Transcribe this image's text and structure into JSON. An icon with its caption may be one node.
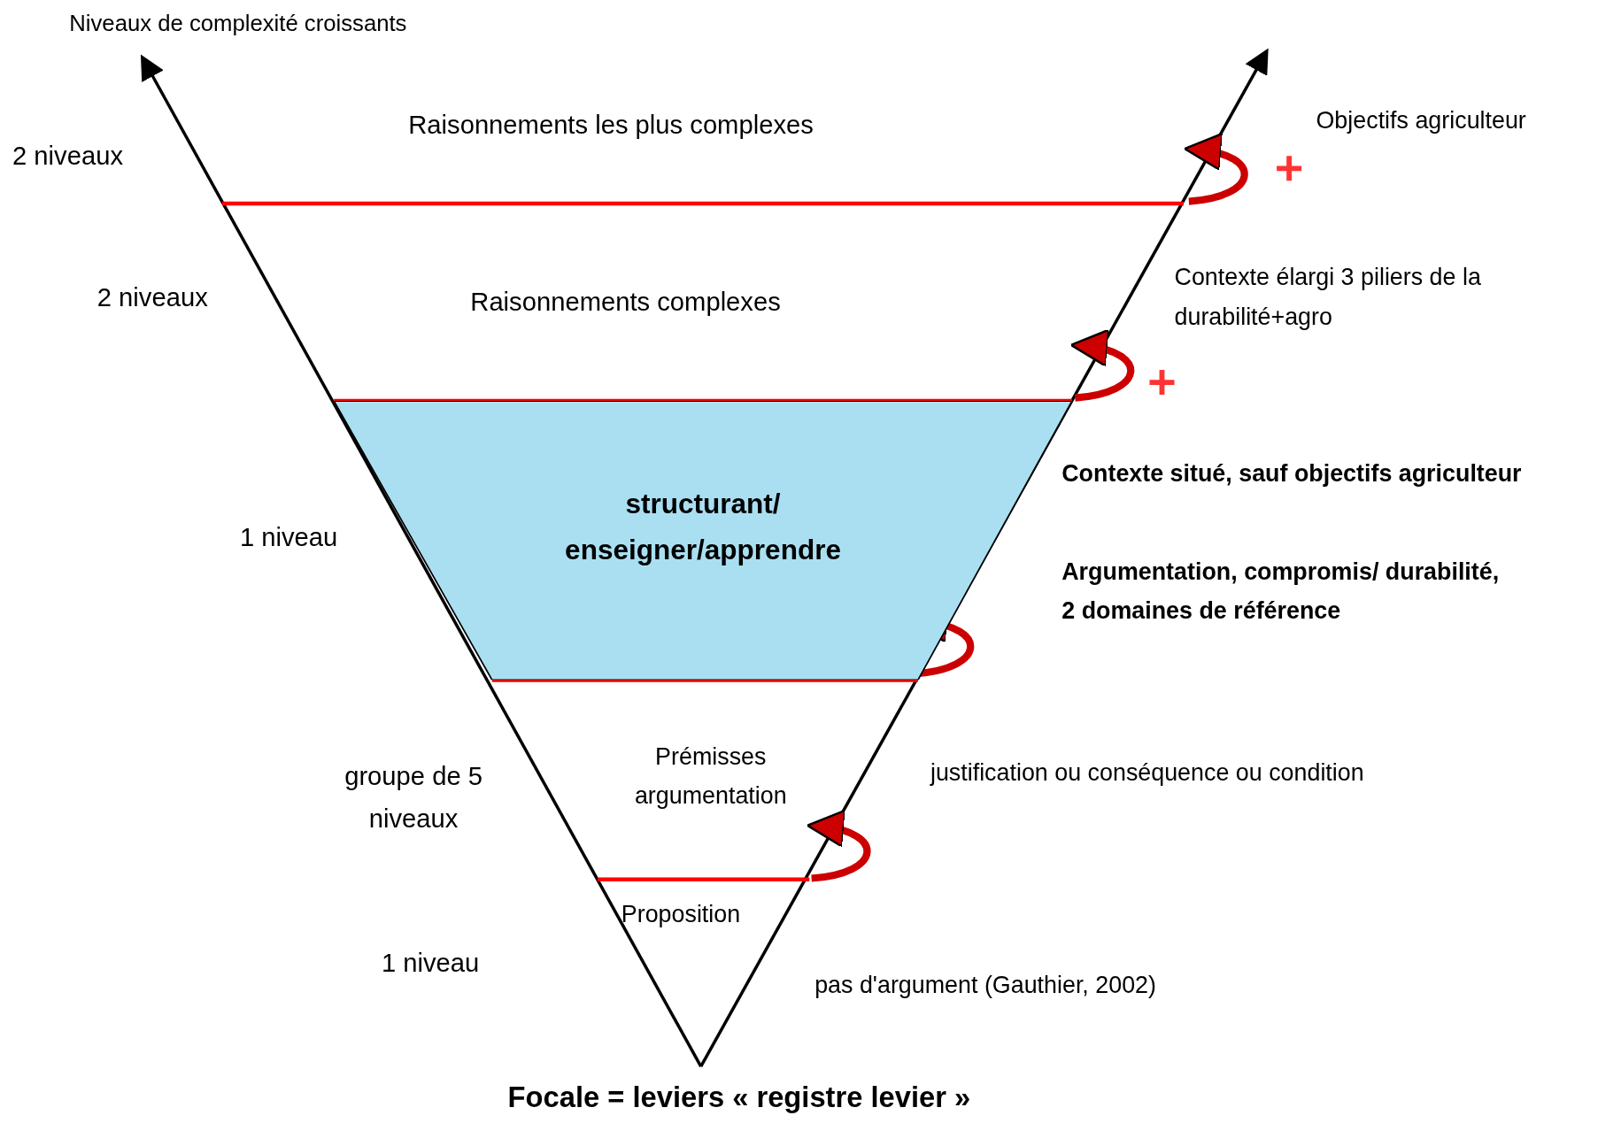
{
  "diagram": {
    "caption": "Focale = leviers « registre levier »",
    "nodes": [
      {
        "text": [
          "structurant/ enseigner/apprendre"
        ]
      }
    ],
    "edges": [],
    "labels": [
      "Niveaux de complexité croissants",
      "Raisonnements les plus complexes",
      "Objectifs agriculteur",
      "2 niveaux",
      "Contexte élargi 3 piliers de la durabilité+agro",
      "2 niveaux",
      "Raisonnements complexes",
      "Contexte situé, sauf objectifs agriculteur",
      "1 niveau",
      "Argumentation, compromis/ durabilité, 2 domaines de référence",
      "Prémisses argumentation",
      "justification ou conséquence ou condition",
      "groupe de 5 niveaux",
      "Proposition",
      "1 niveau",
      "pas d'argument (Gauthier, 2002)"
    ]
  }
}
